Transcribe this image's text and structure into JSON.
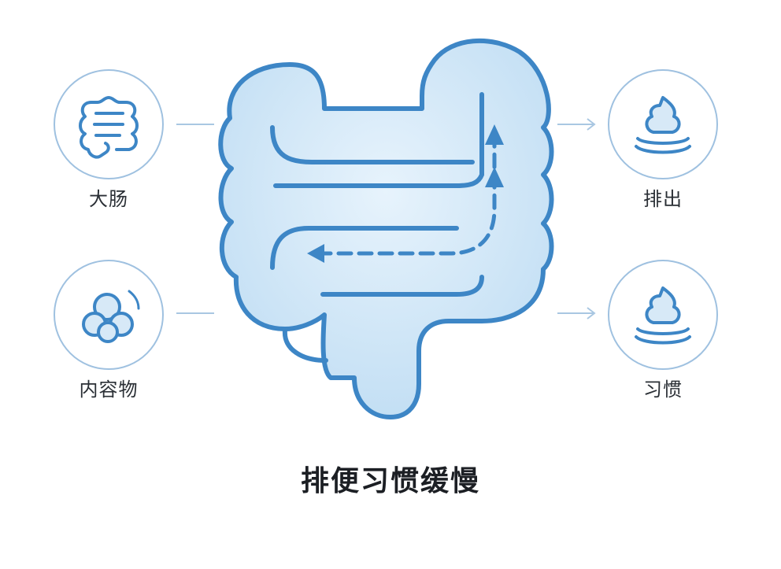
{
  "labels": {
    "large_intestine": "大肠",
    "contents": "内容物",
    "excretion": "排出",
    "habit": "习惯"
  },
  "title": "排便习惯缓慢",
  "icons": {
    "large_intestine": "intestine-icon",
    "contents": "stool-balls-icon",
    "excretion": "stool-icon",
    "habit": "stool-icon"
  },
  "colors": {
    "stroke": "#3d86c6",
    "fill": "#cfe5f7",
    "badge_border": "#9fc1e0",
    "connector": "#a9c7e2"
  }
}
